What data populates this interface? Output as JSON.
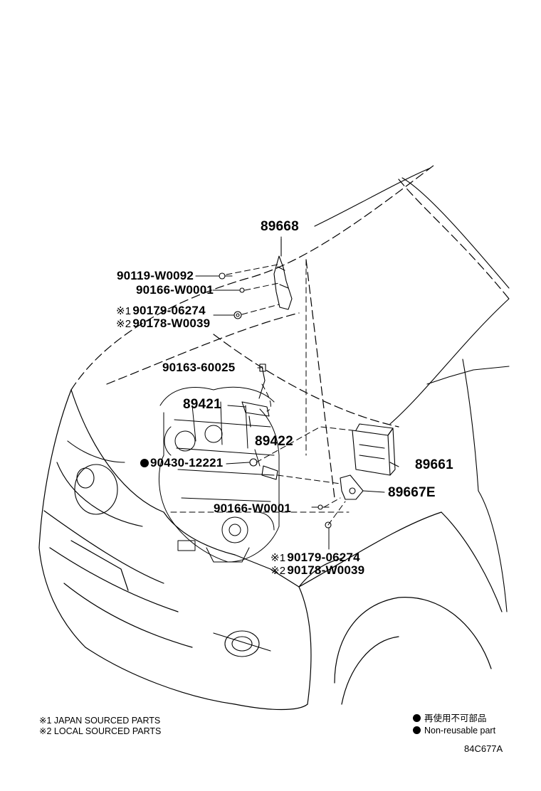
{
  "parts": {
    "p89668": "89668",
    "p90119": "90119-W0092",
    "p90166_top": "90166-W0001",
    "p90179_top": "90179-06274",
    "p90178_top": "90178-W0039",
    "p90163": "90163-60025",
    "p89421": "89421",
    "p89422": "89422",
    "p90430": "90430-12221",
    "p89661": "89661",
    "p89667E": "89667E",
    "p90166_bot": "90166-W0001",
    "p90179_bot": "90179-06274",
    "p90178_bot": "90178-W0039"
  },
  "marks": {
    "m1": "※1",
    "m2": "※2"
  },
  "notes": {
    "japan": "※1 JAPAN SOURCED PARTS",
    "local": "※2 LOCAL SOURCED PARTS"
  },
  "legend": {
    "jp": "再使用不可部品",
    "en": "Non-reusable part"
  },
  "illustration_code": "84C677A"
}
